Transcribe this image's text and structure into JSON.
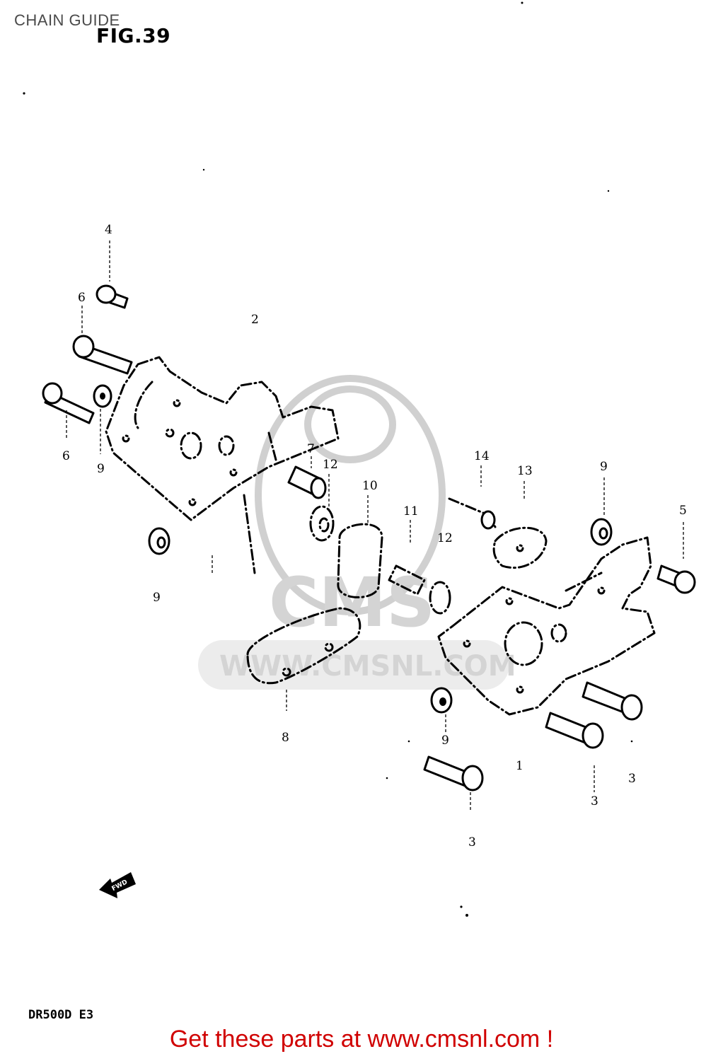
{
  "page": {
    "title": "CHAIN GUIDE",
    "figure": "FIG.39",
    "model": "DR500D E3",
    "footer": "Get these parts at www.cmsnl.com !"
  },
  "watermark": {
    "logo": "CMS",
    "url": "WWW.CMSNL.COM"
  },
  "arrow": {
    "label": "FWD"
  },
  "callouts": [
    {
      "id": "c4",
      "text": "4"
    },
    {
      "id": "c6a",
      "text": "6"
    },
    {
      "id": "c2",
      "text": "2"
    },
    {
      "id": "c6b",
      "text": "6"
    },
    {
      "id": "c9a",
      "text": "9"
    },
    {
      "id": "c7",
      "text": "7"
    },
    {
      "id": "c12",
      "text": "12"
    },
    {
      "id": "c10",
      "text": "10"
    },
    {
      "id": "c14",
      "text": "14"
    },
    {
      "id": "c13",
      "text": "13"
    },
    {
      "id": "c9b",
      "text": "9"
    },
    {
      "id": "c5",
      "text": "5"
    },
    {
      "id": "c11",
      "text": "11"
    },
    {
      "id": "c12b",
      "text": "12"
    },
    {
      "id": "c9c",
      "text": "9"
    },
    {
      "id": "c8",
      "text": "8"
    },
    {
      "id": "c9d",
      "text": "9"
    },
    {
      "id": "c1",
      "text": "1"
    },
    {
      "id": "c3a",
      "text": "3"
    },
    {
      "id": "c3b",
      "text": "3"
    },
    {
      "id": "c3c",
      "text": "3"
    }
  ]
}
